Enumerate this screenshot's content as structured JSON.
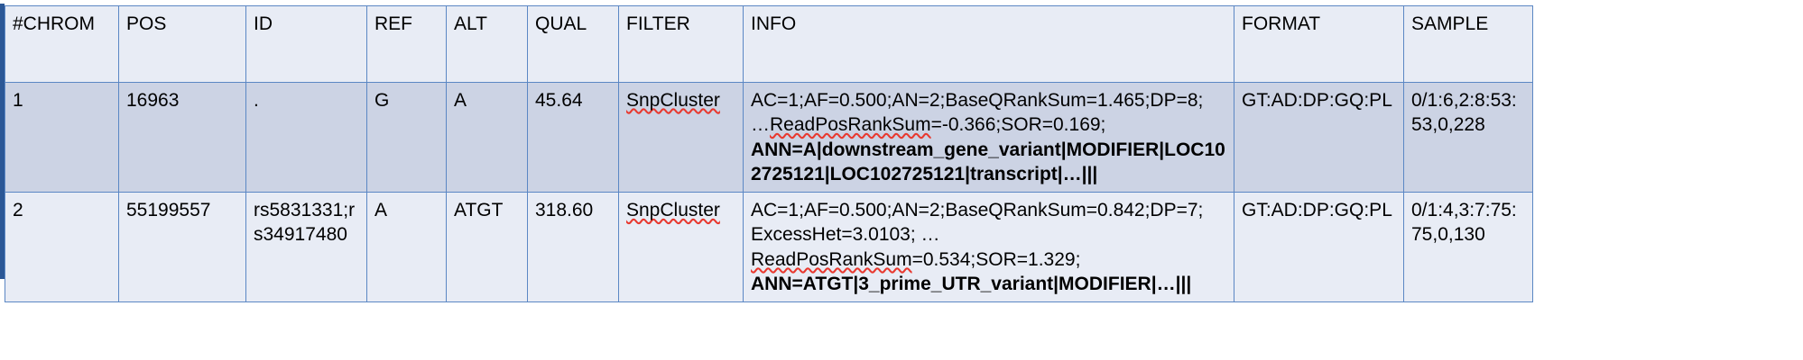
{
  "table": {
    "headers": [
      {
        "key": "chrom",
        "label": "#CHROM"
      },
      {
        "key": "pos",
        "label": "POS"
      },
      {
        "key": "id",
        "label": "ID"
      },
      {
        "key": "ref",
        "label": "REF"
      },
      {
        "key": "alt",
        "label": "ALT"
      },
      {
        "key": "qual",
        "label": "QUAL"
      },
      {
        "key": "filter",
        "label": "FILTER"
      },
      {
        "key": "info",
        "label": "INFO"
      },
      {
        "key": "format",
        "label": "FORMAT"
      },
      {
        "key": "sample",
        "label": "SAMPLE"
      }
    ],
    "rows": [
      {
        "chrom": "1",
        "pos": "16963",
        "id": ".",
        "ref": "G",
        "alt": "A",
        "qual": "45.64",
        "filter": "SnpCluster",
        "info_line1": "AC=1;AF=0.500;AN=2;BaseQRankSum=1.465;DP=8;",
        "info_line2_prefix": "…",
        "info_line2_squiggle": "ReadPosRankSum",
        "info_line2_rest": "=-0.366;SOR=0.169;",
        "info_line3_bold": "ANN=A|downstream_gene_variant|MODIFIER|LOC102725121|LOC102725121|transcript|…|||",
        "format": "GT:AD:DP:GQ:PL",
        "sample": "0/1:6,2:8:53:53,0,228"
      },
      {
        "chrom": "2",
        "pos": "55199557",
        "id": "rs5831331;rs34917480",
        "ref": "A",
        "alt": "ATGT",
        "qual": "318.60",
        "filter": "SnpCluster",
        "info_line1": "AC=1;AF=0.500;AN=2;BaseQRankSum=0.842;DP=7;",
        "info_line2": "ExcessHet=3.0103; …",
        "info_line3_squiggle": "ReadPosRankSum",
        "info_line3_rest": "=0.534;SOR=1.329;",
        "info_line4_bold": "ANN=ATGT|3_prime_UTR_variant|MODIFIER|…|||",
        "format": "GT:AD:DP:GQ:PL",
        "sample": "0/1:4,3:7:75:75,0,130"
      }
    ]
  },
  "colors": {
    "border": "#5b87c4",
    "row_highlight": "#ccd3e4",
    "row_plain": "#e8ecf5",
    "edge_bar": "#2b5796",
    "spellcheck": "#e8392f"
  }
}
